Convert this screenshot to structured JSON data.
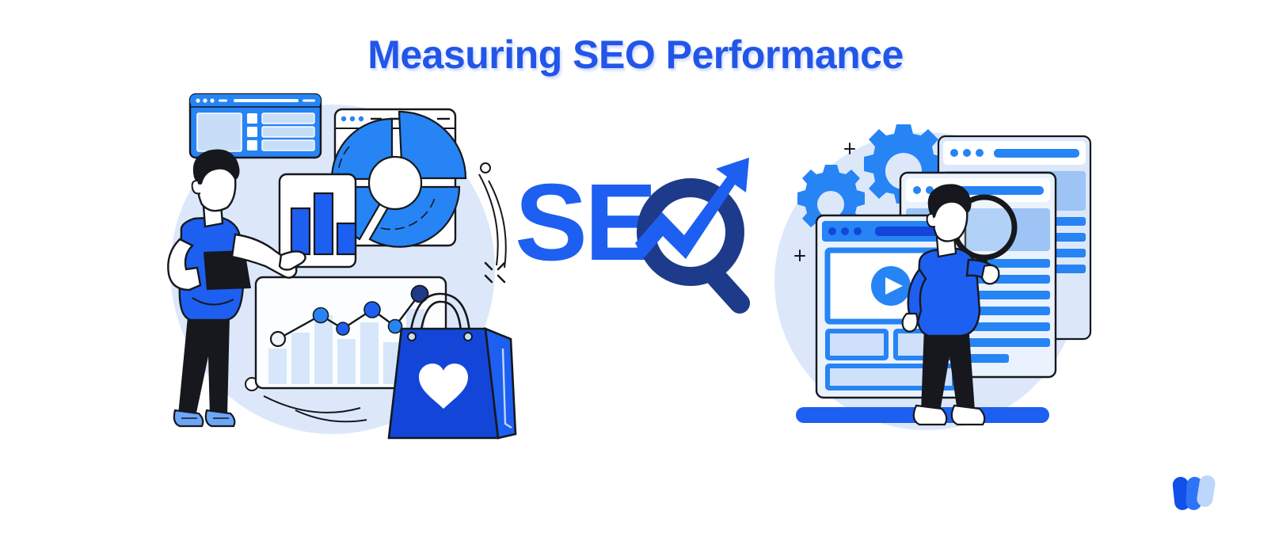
{
  "page": {
    "title": "Measuring SEO Performance",
    "background_color": "#ffffff"
  },
  "palette": {
    "title_blue": "#2256e8",
    "bright_blue": "#2684f5",
    "primary_blue": "#1d5ff0",
    "deep_blue": "#1346d8",
    "navy": "#1e3a8a",
    "pale_blue": "#dce8fa",
    "soft_blue": "#c8ddf8",
    "mid_blue": "#9dc4f4",
    "outline": "#16181d",
    "white": "#ffffff",
    "logo_dark": "#1050e8",
    "logo_mid": "#2f74f7",
    "logo_light": "#bdd6fb"
  },
  "left_scene": {
    "name": "analytics-dashboard-illustration",
    "background_blob": "light-blue-circle",
    "browser_window": {
      "name": "browser-window-list",
      "dots": 3,
      "rows": 3
    },
    "donut_chart": {
      "name": "donut-chart",
      "segments": 4,
      "window_dots": 3
    },
    "bar_card": {
      "name": "bar-chart-card",
      "bars": 3
    },
    "line_chart": {
      "name": "line-chart-card",
      "points": 6,
      "bars": 7
    },
    "shopping_bag": {
      "name": "shopping-bag",
      "emblem": "heart-icon"
    },
    "person": {
      "name": "person-pointing",
      "shirt_color": "#1d5ff0",
      "pants_color": "#16181d",
      "shoe_color": "#6ba6f7"
    },
    "decor": [
      "small-circle",
      "small-circle",
      "sparkle-x",
      "arc-line",
      "arc-line"
    ]
  },
  "seo_logo": {
    "name": "seo-wordmark",
    "text": "SE",
    "o_glyph": "magnifier-growth-arrow"
  },
  "right_scene": {
    "name": "search-results-illustration",
    "background_blob": "light-blue-circle",
    "gears": [
      {
        "name": "gear-large-icon",
        "teeth": 12
      },
      {
        "name": "gear-small-icon",
        "teeth": 10
      }
    ],
    "windows": [
      {
        "name": "browser-window-back",
        "dots": 3
      },
      {
        "name": "browser-window-mid",
        "dots": 3
      },
      {
        "name": "browser-window-video",
        "dots": 3,
        "media": "play-button-icon"
      }
    ],
    "magnifier": {
      "name": "magnifying-glass-icon"
    },
    "person": {
      "name": "person-with-magnifier",
      "shirt_color": "#1d5ff0",
      "pants_color": "#16181d",
      "shoe_color": "#ffffff"
    },
    "base_bar": {
      "name": "desk-base-bar",
      "color": "#1d5ff0"
    },
    "decor": [
      "sparkle-plus",
      "sparkle-plus",
      "small-circle",
      "dashed-arc"
    ]
  },
  "brand_logo": {
    "name": "brand-logo",
    "petals": [
      "#1050e8",
      "#2f74f7",
      "#bdd6fb"
    ]
  }
}
